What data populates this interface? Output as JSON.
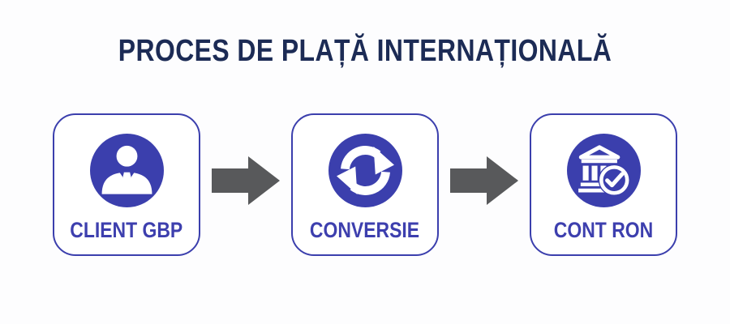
{
  "title": "PROCES DE PLAȚĂ INTERNAȚIONALĂ",
  "flow": {
    "steps": [
      {
        "label": "CLIENT GBP",
        "icon": "person-icon"
      },
      {
        "label": "CONVERSIE",
        "icon": "currency-exchange-icon"
      },
      {
        "label": "CONT RON",
        "icon": "bank-check-icon"
      }
    ],
    "connector": "arrow-right-icon"
  },
  "colors": {
    "accent": "#3b3fad",
    "title": "#1c2b55",
    "label": "#3d3fae",
    "arrow": "#58595b",
    "background": "#fdfdfe",
    "box_bg": "#ffffff",
    "icon_fg": "#ffffff"
  }
}
